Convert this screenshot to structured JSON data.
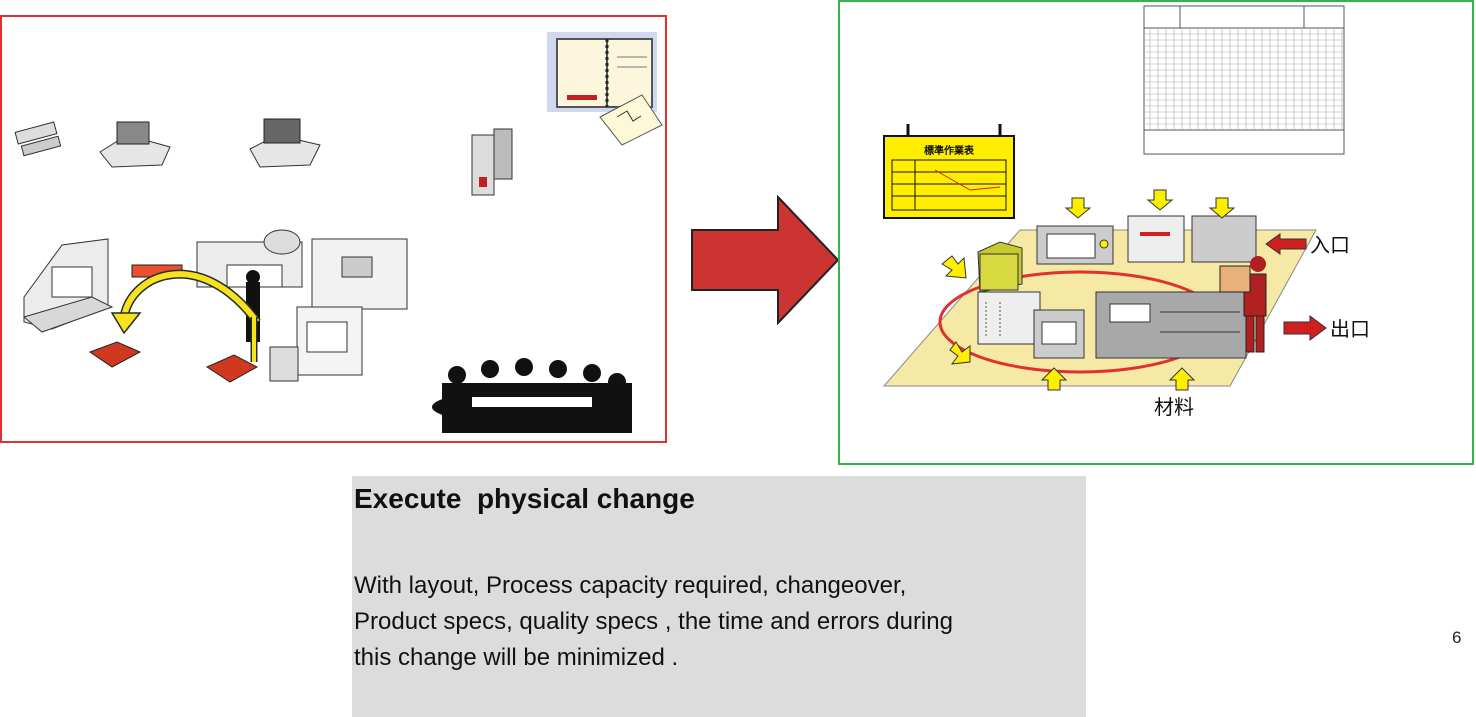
{
  "slide": {
    "title": "Execute  physical change",
    "body": "With layout, Process capacity required, changeover,\nProduct specs, quality specs , the time and errors during\nthis  change will be minimized .",
    "page_number": "6"
  },
  "right_panel": {
    "entrance_label": "入口",
    "exit_label": "出口",
    "material_label": "材料",
    "standard_work_sign": "標準作業表"
  },
  "colors": {
    "left_border": "#e03030",
    "right_border": "#35b24a",
    "arrow": "#cc3333",
    "text_box_bg": "#dcdcdc",
    "floor": "#f6e9a6",
    "sign": "#ffee00"
  }
}
